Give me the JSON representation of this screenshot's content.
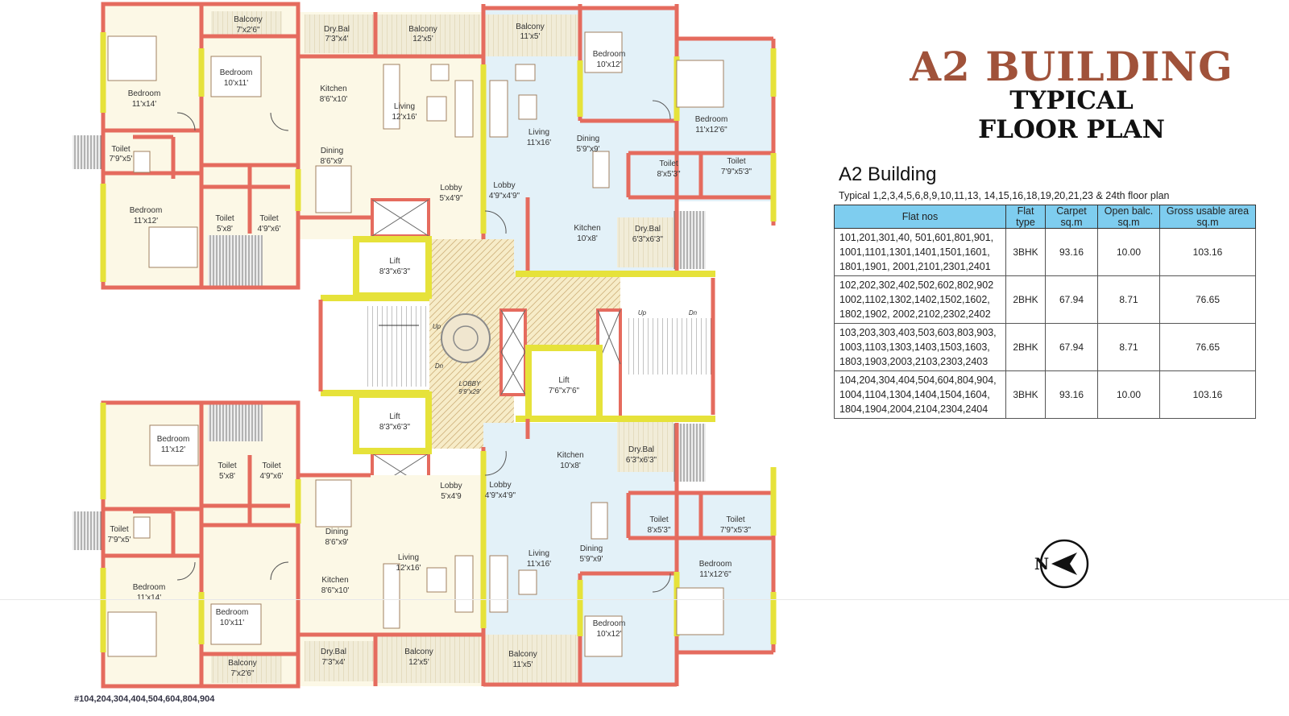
{
  "title": {
    "main": "A2 BUILDING",
    "sub1": "TYPICAL",
    "sub2": "FLOOR PLAN"
  },
  "building": {
    "heading": "A2 Building",
    "note": "Typical 1,2,3,4,5,6,8,9,10,11,13, 14,15,16,18,19,20,21,23 & 24th floor plan"
  },
  "table": {
    "headers": {
      "flat_nos": "Flat nos",
      "flat": "Flat",
      "type": "type",
      "carpet": "Carpet",
      "carpet_unit": "sq.m",
      "open_balc": "Open balc.",
      "open_balc_unit": "sq.m",
      "gross": "Gross usable area",
      "gross_unit": "sq.m"
    },
    "rows": [
      {
        "nos_l1": "101,201,301,40, 501,601,801,901,",
        "nos_l2": "1001,1101,1301,1401,1501,1601,",
        "nos_l3": "1801,1901, 2001,2101,2301,2401",
        "type": "3BHK",
        "carpet": "93.16",
        "balc": "10.00",
        "gross": "103.16"
      },
      {
        "nos_l1": "102,202,302,402,502,602,802,902",
        "nos_l2": "1002,1102,1302,1402,1502,1602,",
        "nos_l3": "1802,1902, 2002,2102,2302,2402",
        "type": "2BHK",
        "carpet": "67.94",
        "balc": "8.71",
        "gross": "76.65"
      },
      {
        "nos_l1": "103,203,303,403,503,603,803,903,",
        "nos_l2": "1003,1103,1303,1403,1503,1603,",
        "nos_l3": "1803,1903,2003,2103,2303,2403",
        "type": "2BHK",
        "carpet": "67.94",
        "balc": "8.71",
        "gross": "76.65"
      },
      {
        "nos_l1": "104,204,304,404,504,604,804,904,",
        "nos_l2": "1004,1104,1304,1404,1504,1604,",
        "nos_l3": "1804,1904,2004,2104,2304,2404",
        "type": "3BHK",
        "carpet": "93.16",
        "balc": "10.00",
        "gross": "103.16"
      }
    ]
  },
  "compass": {
    "letter": "N"
  },
  "footer": {
    "left": "#104,204,304,404,504,604,804,904"
  },
  "plan": {
    "rooms_top": {
      "balcony_a": "Balcony",
      "balcony_a_size": "7'x2'6\"",
      "drybal_a": "Dry.Bal",
      "drybal_a_size": "7'3\"x4'",
      "balcony_b": "Balcony",
      "balcony_b_size": "12'x5'",
      "balcony_c": "Balcony",
      "balcony_c_size": "11'x5'",
      "bed1": "Bedroom",
      "bed1_size": "11'x14'",
      "bed2": "Bedroom",
      "bed2_size": "10'x11'",
      "kitchen1": "Kitchen",
      "kitchen1_size": "8'6\"x10'",
      "living1": "Living",
      "living1_size": "12'x16'",
      "toilet1": "Toilet",
      "toilet1_size": "7'9\"x5'",
      "dining1": "Dining",
      "dining1_size": "8'6\"x9'",
      "bed3": "Bedroom",
      "bed3_size": "11'x12'",
      "toilet2": "Toilet",
      "toilet2_size": "5'x8'",
      "toilet3": "Toilet",
      "toilet3_size": "4'9\"x6'",
      "lobby1": "Lobby",
      "lobby1_size": "5'x4'9\"",
      "lobby2": "Lobby",
      "lobby2_size": "4'9\"x4'9\"",
      "living2": "Living",
      "living2_size": "11'x16'",
      "dining2": "Dining",
      "dining2_size": "5'9\"x9'",
      "kitchen2": "Kitchen",
      "kitchen2_size": "10'x8'",
      "drybal_b": "Dry.Bal",
      "drybal_b_size": "6'3\"x6'3\"",
      "bed4": "Bedroom",
      "bed4_size": "10'x12'",
      "bed5": "Bedroom",
      "bed5_size": "11'x12'6\"",
      "toilet4": "Toilet",
      "toilet4_size": "8'x5'3\"",
      "toilet5": "Toilet",
      "toilet5_size": "7'9\"x5'3\""
    },
    "core": {
      "lift1": "Lift",
      "lift1_size": "8'3\"x6'3\"",
      "lift2": "Lift",
      "lift2_size": "8'3\"x6'3\"",
      "lift3": "Lift",
      "lift3_size": "7'6\"x7'6\"",
      "lobby": "LOBBY",
      "lobby_size": "9'9\"x29'",
      "up1": "Up",
      "dn1": "Dn",
      "up2": "Up",
      "dn2": "Dn"
    },
    "rooms_bottom": {
      "bed1": "Bedroom",
      "bed1_size": "11'x12'",
      "toilet1": "Toilet",
      "toilet1_size": "5'x8'",
      "toilet2": "Toilet",
      "toilet2_size": "4'9\"x6'",
      "toilet3": "Toilet",
      "toilet3_size": "7'9\"x5'",
      "dining1": "Dining",
      "dining1_size": "8'6\"x9'",
      "lobby1": "Lobby",
      "lobby1_size": "5'x4'9",
      "lobby2": "Lobby",
      "lobby2_size": "4'9\"x4'9\"",
      "kitchen1": "Kitchen",
      "kitchen1_size": "10'x8'",
      "drybal_a": "Dry.Bal",
      "drybal_a_size": "6'3\"x6'3\"",
      "living1": "Living",
      "living1_size": "12'x16'",
      "living2": "Living",
      "living2_size": "11'x16'",
      "dining2": "Dining",
      "dining2_size": "5'9\"x9'",
      "toilet4": "Toilet",
      "toilet4_size": "8'x5'3\"",
      "toilet5": "Toilet",
      "toilet5_size": "7'9\"x5'3\"",
      "bed2": "Bedroom",
      "bed2_size": "11'x14'",
      "bed3": "Bedroom",
      "bed3_size": "10'x11'",
      "kitchen2": "Kitchen",
      "kitchen2_size": "8'6\"x10'",
      "bed4": "Bedroom",
      "bed4_size": "11'x12'6\"",
      "bed5": "Bedroom",
      "bed5_size": "10'x12'",
      "balcony_a": "Balcony",
      "balcony_a_size": "7'x2'6\"",
      "drybal_b": "Dry.Bal",
      "drybal_b_size": "7'3\"x4'",
      "balcony_b": "Balcony",
      "balcony_b_size": "12'x5'",
      "balcony_c": "Balcony",
      "balcony_c_size": "11'x5'"
    }
  }
}
